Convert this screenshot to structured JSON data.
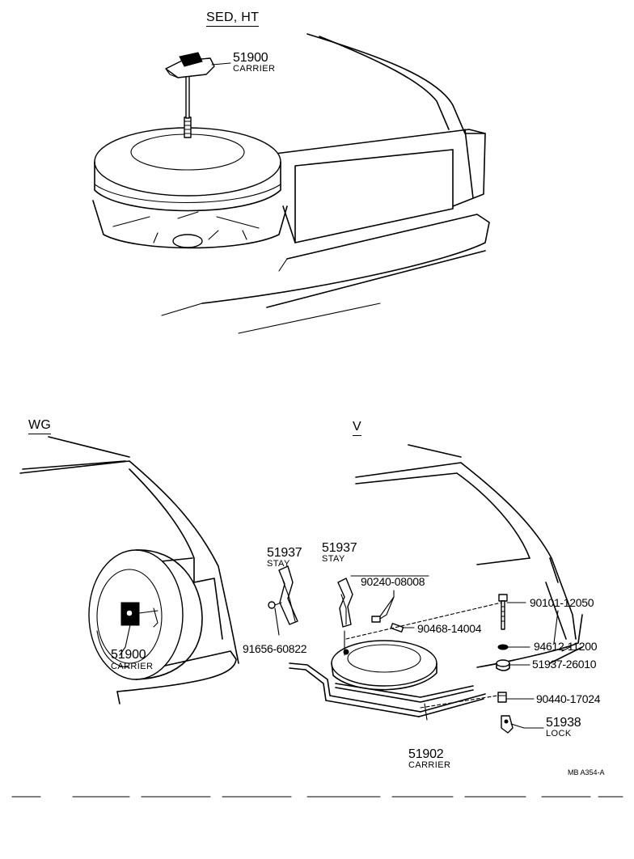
{
  "sections": {
    "sed_ht": {
      "header": "SED, HT",
      "parts": [
        {
          "number": "51900",
          "name": "CARRIER"
        }
      ]
    },
    "wg": {
      "header": "WG",
      "parts": [
        {
          "number": "51900",
          "name": "CARRIER"
        }
      ]
    },
    "v": {
      "header": "V",
      "parts": [
        {
          "number": "51937",
          "name": "STAY"
        },
        {
          "number": "51937",
          "name": "STAY"
        },
        {
          "number": "90240-08008"
        },
        {
          "number": "91656-60822"
        },
        {
          "number": "90468-14004"
        },
        {
          "number": "90101-12050"
        },
        {
          "number": "94612-11200"
        },
        {
          "number": "51937-26010"
        },
        {
          "number": "90440-17024"
        },
        {
          "number": "51938",
          "name": "LOCK"
        },
        {
          "number": "51902",
          "name": "CARRIER"
        }
      ]
    }
  },
  "figure_code": "MB A354-A"
}
